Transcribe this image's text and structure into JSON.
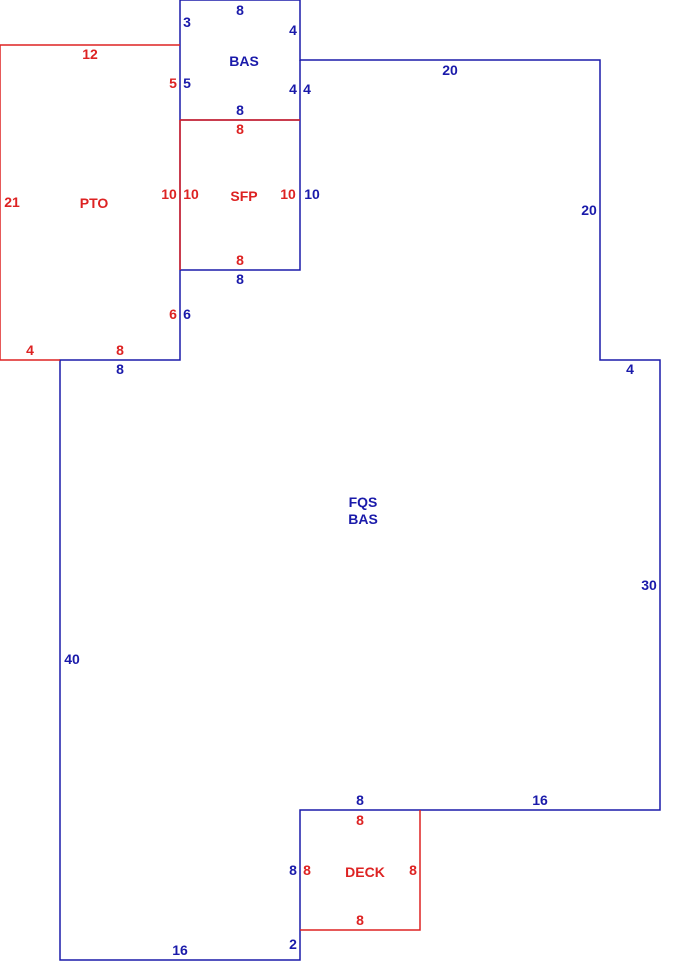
{
  "colors": {
    "blue": "#1a1aaa",
    "red": "#dd2222"
  },
  "areas": {
    "pto": "PTO",
    "sfp": "SFP",
    "bas_upper": "BAS",
    "main_line1": "FQS",
    "main_line2": "BAS",
    "deck": "DECK"
  },
  "dims": {
    "bas_top": "8",
    "bas_left": "3",
    "bas_right_upper": "4",
    "bas_right_lower": "4",
    "bas_inner_left": "5",
    "bas_bottom": "8",
    "pto_top": "12",
    "pto_left": "21",
    "pto_right": "5",
    "pto_right_mid": "10",
    "pto_right_lower": "6",
    "pto_bottom_left": "4",
    "pto_bottom_right": "8",
    "sfp_top": "8",
    "sfp_left": "10",
    "sfp_right_red": "10",
    "sfp_right_blue": "10",
    "sfp_bottom_red": "8",
    "sfp_bottom_blue": "8",
    "main_bas_right": "4",
    "main_top_right": "20",
    "main_right_upper": "20",
    "main_step": "4",
    "main_right_lower": "30",
    "main_bottom_right": "16",
    "main_left_top": "6",
    "main_left_top_bottom": "8",
    "main_left": "40",
    "main_bottom_left": "16",
    "main_bottom_jog": "2",
    "deck_top_blue": "8",
    "deck_top_red": "8",
    "deck_left_blue": "8",
    "deck_left_red": "8",
    "deck_right": "8",
    "deck_bottom": "8"
  }
}
